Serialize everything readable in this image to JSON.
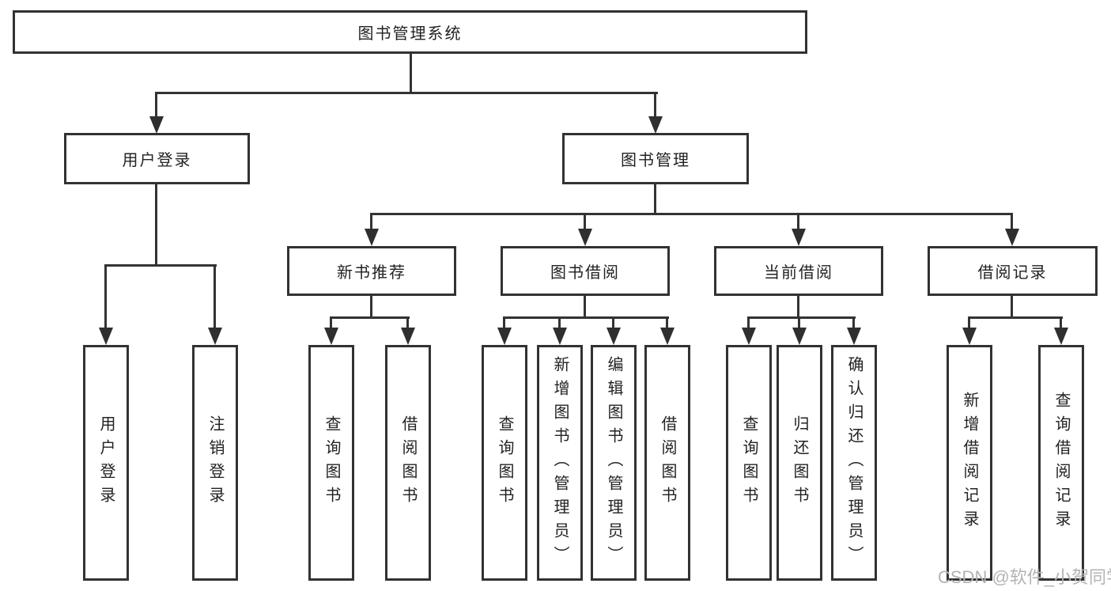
{
  "diagram": {
    "type": "tree",
    "root": {
      "label": "图书管理系统"
    },
    "level2": [
      {
        "label": "用户登录",
        "parent": "图书管理系统"
      },
      {
        "label": "图书管理",
        "parent": "图书管理系统"
      }
    ],
    "level3": [
      {
        "label": "新书推荐",
        "parent": "图书管理"
      },
      {
        "label": "图书借阅",
        "parent": "图书管理"
      },
      {
        "label": "当前借阅",
        "parent": "图书管理"
      },
      {
        "label": "借阅记录",
        "parent": "图书管理"
      }
    ],
    "leaves": [
      {
        "label": "用户登录",
        "parent": "用户登录"
      },
      {
        "label": "注销登录",
        "parent": "用户登录"
      },
      {
        "label": "查询图书",
        "parent": "新书推荐"
      },
      {
        "label": "借阅图书",
        "parent": "新书推荐"
      },
      {
        "label": "查询图书",
        "parent": "图书借阅"
      },
      {
        "label": "新增图书（管理员）",
        "parent": "图书借阅"
      },
      {
        "label": "编辑图书（管理员）",
        "parent": "图书借阅"
      },
      {
        "label": "借阅图书",
        "parent": "图书借阅"
      },
      {
        "label": "查询图书",
        "parent": "当前借阅"
      },
      {
        "label": "归还图书",
        "parent": "当前借阅"
      },
      {
        "label": "确认归还（管理员）",
        "parent": "当前借阅"
      },
      {
        "label": "新增借阅记录",
        "parent": "借阅记录"
      },
      {
        "label": "查询借阅记录",
        "parent": "借阅记录"
      }
    ]
  },
  "watermark": {
    "text": "CSDN @软件_小贺同学"
  },
  "colors": {
    "background": "#ffffff",
    "box_border": "#323232",
    "connector_line": "#333333",
    "text": "#222222",
    "watermark": "#b3b3b3"
  }
}
